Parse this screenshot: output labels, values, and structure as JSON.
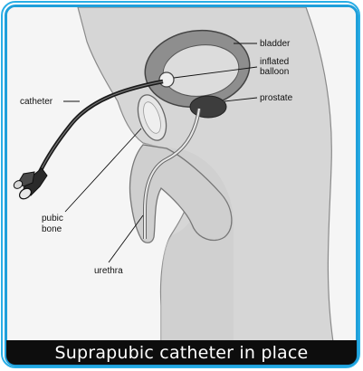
{
  "caption": "Suprapubic catheter in place",
  "labels": {
    "bladder": "bladder",
    "inflated_balloon_line1": "inflated",
    "inflated_balloon_line2": "balloon",
    "prostate": "prostate",
    "catheter": "catheter",
    "pubic_bone_line1": "pubic",
    "pubic_bone_line2": "bone",
    "urethra": "urethra"
  },
  "colors": {
    "frame_border": "#1f9fda",
    "caption_background": "#0d0d0d",
    "caption_text": "#ffffff",
    "body_fill": "#d9d9d9",
    "bladder_fill": "#8a8a8a",
    "prostate_fill": "#3a3a3a"
  }
}
